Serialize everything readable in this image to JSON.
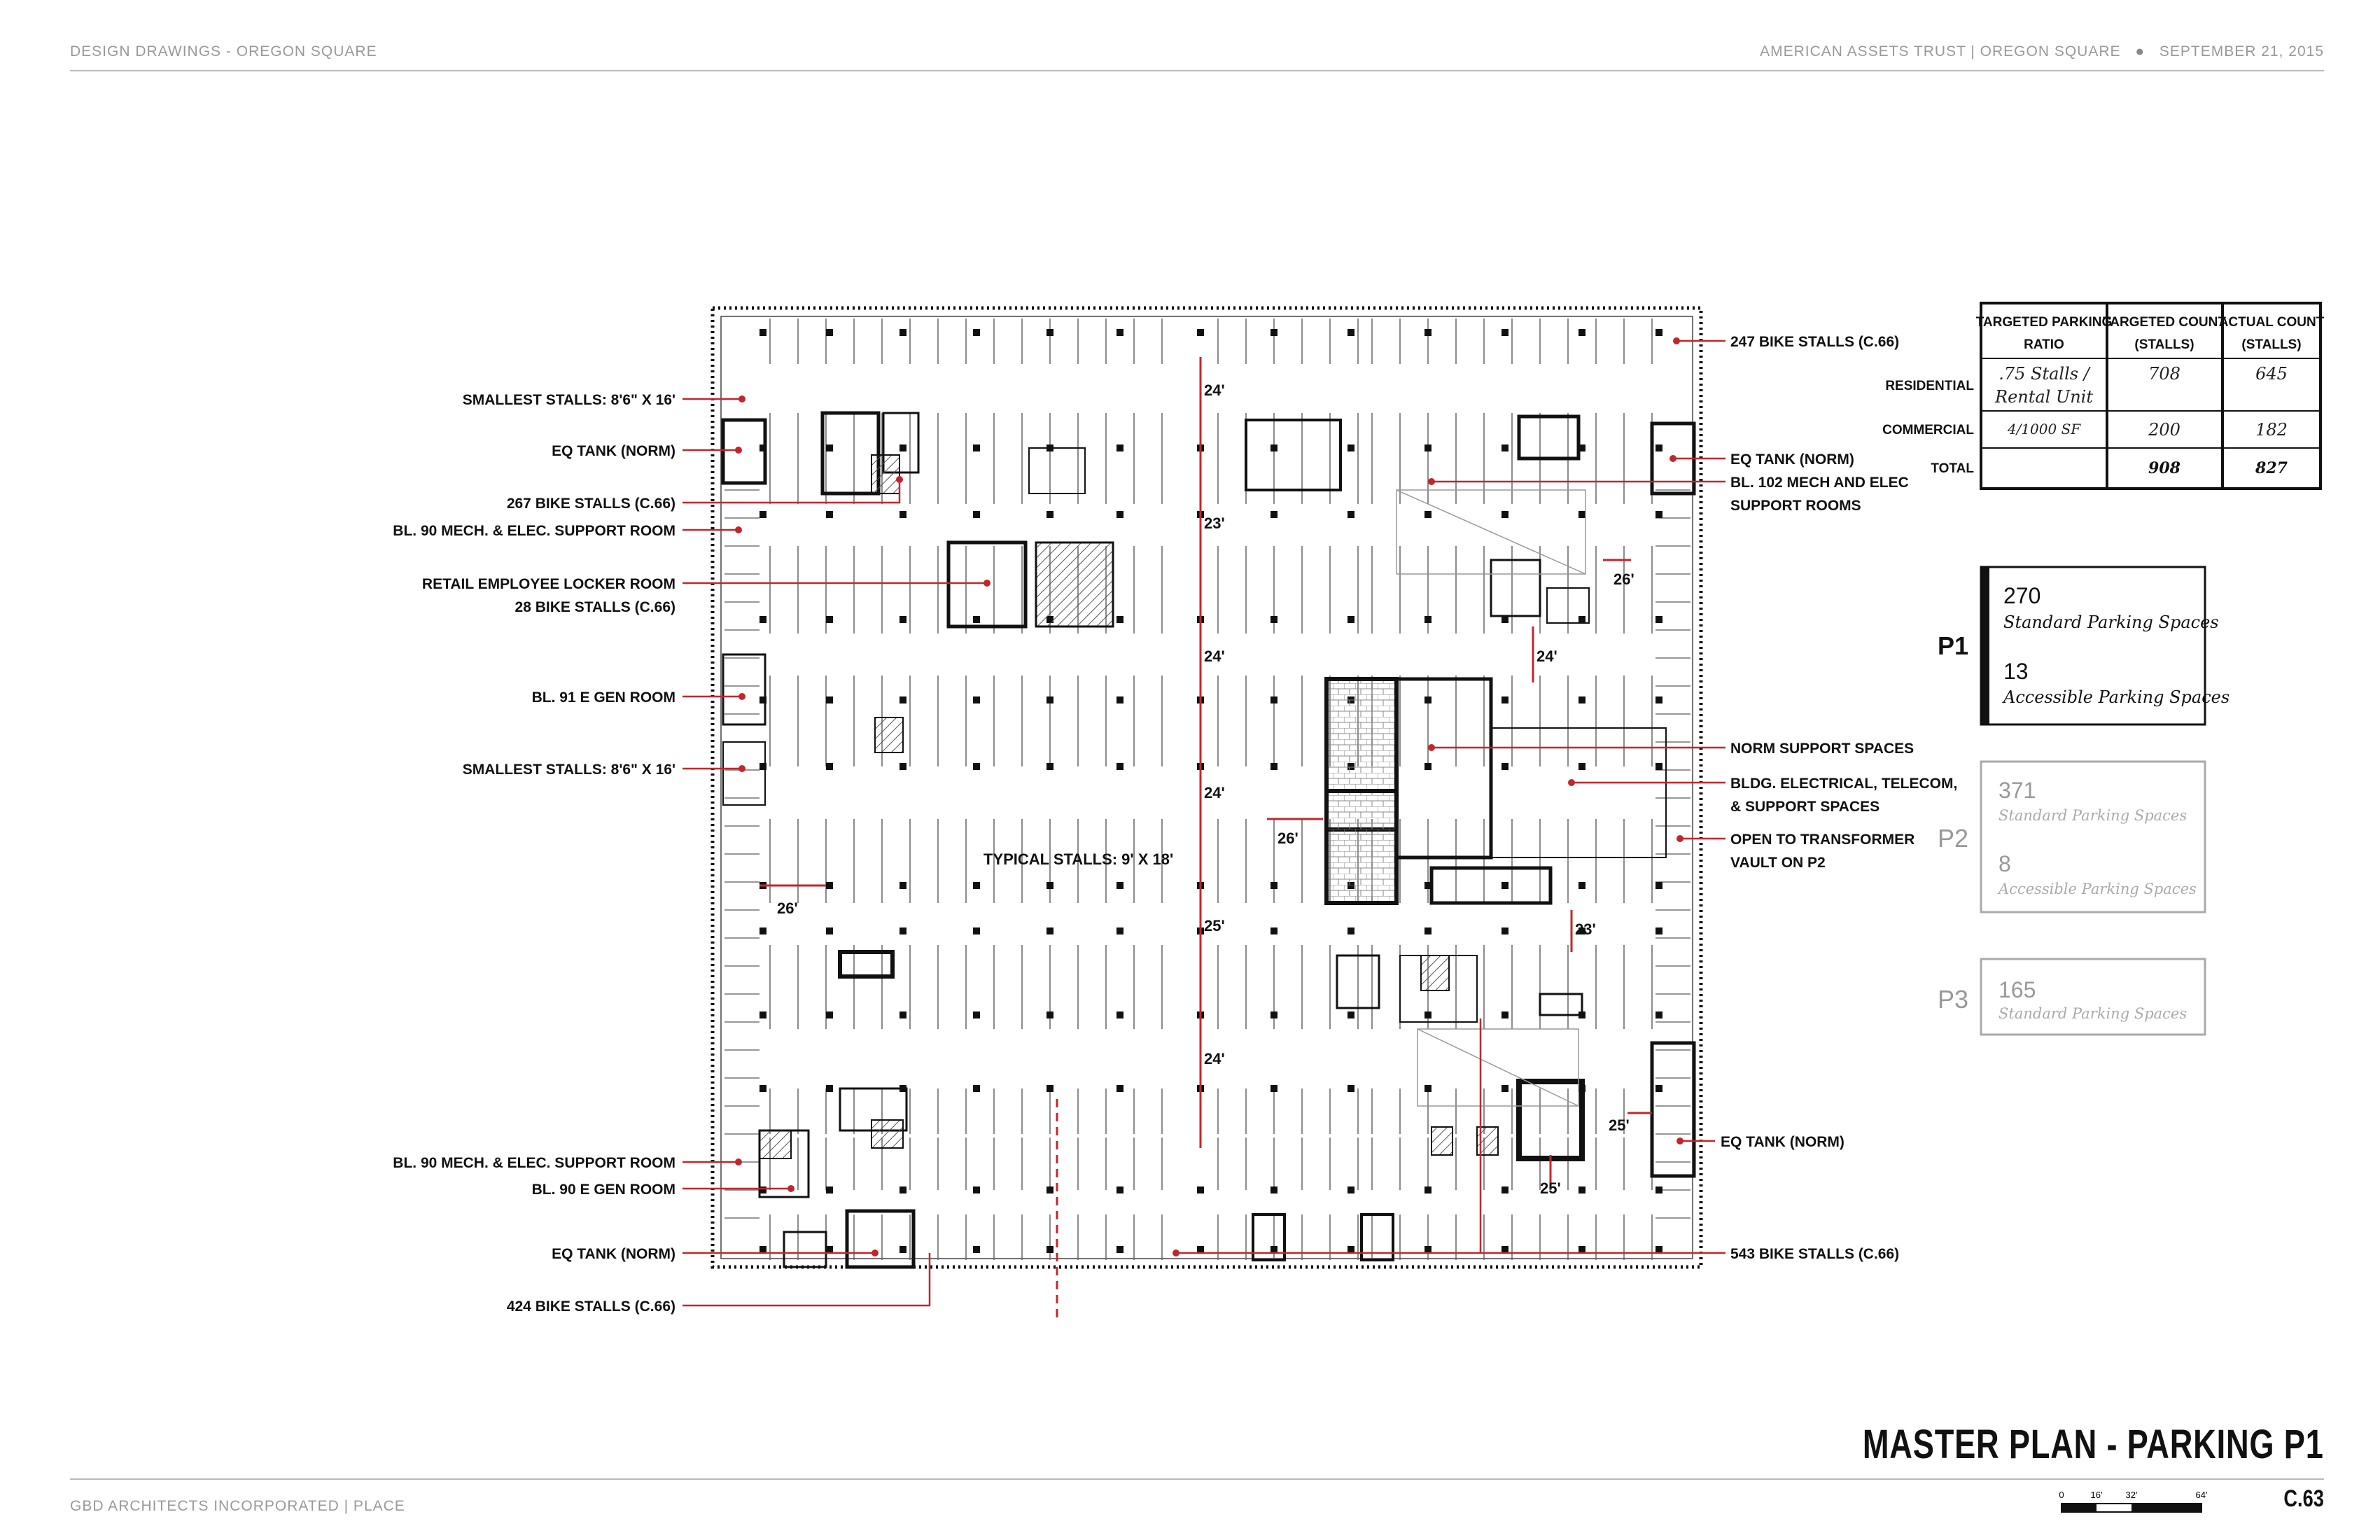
{
  "header": {
    "left": "DESIGN DRAWINGS - OREGON SQUARE",
    "right_client": "AMERICAN ASSETS TRUST | OREGON SQUARE",
    "right_date": "SEPTEMBER 21, 2015"
  },
  "footer": {
    "left": "GBD ARCHITECTS INCORPORATED | PLACE",
    "title": "MASTER PLAN - PARKING P1",
    "sheet": "C.63",
    "scale_ticks": [
      "0",
      "16'",
      "32'",
      "64'"
    ]
  },
  "callouts_left": [
    "SMALLEST STALLS: 8'6\" X 16'",
    "EQ TANK (NORM)",
    "267 BIKE STALLS (C.66)",
    "BL. 90 MECH. & ELEC. SUPPORT ROOM",
    "RETAIL EMPLOYEE LOCKER ROOM",
    "28 BIKE STALLS (C.66)",
    "BL. 91 E GEN ROOM",
    "SMALLEST STALLS: 8'6\" X 16'",
    "BL. 90 MECH. & ELEC. SUPPORT ROOM",
    "BL. 90 E GEN ROOM",
    "EQ TANK (NORM)",
    "424 BIKE STALLS (C.66)"
  ],
  "callouts_right": [
    "247 BIKE STALLS (C.66)",
    "EQ TANK (NORM)",
    "BL. 102 MECH AND ELEC",
    "SUPPORT ROOMS",
    "NORM SUPPORT SPACES",
    "BLDG. ELECTRICAL, TELECOM,",
    "& SUPPORT SPACES",
    "OPEN TO TRANSFORMER",
    "VAULT ON P2",
    "EQ TANK (NORM)",
    "543 BIKE STALLS (C.66)"
  ],
  "plan_labels": {
    "typical_stalls": "TYPICAL STALLS: 9' X 18'",
    "dims": [
      "24'",
      "23'",
      "24'",
      "24'",
      "25'",
      "24'",
      "26'",
      "24'",
      "26'",
      "26'",
      "23'",
      "25'",
      "25'"
    ]
  },
  "parking_table": {
    "headers": [
      [
        "TARGETED PARKING",
        "RATIO"
      ],
      [
        "TARGETED COUNT",
        "(STALLS)"
      ],
      [
        "ACTUAL COUNT",
        "(STALLS)"
      ]
    ],
    "rows": [
      {
        "label": "RESIDENTIAL",
        "ratio": [
          ".75 Stalls /",
          "Rental Unit"
        ],
        "target": "708",
        "actual": "645"
      },
      {
        "label": "COMMERCIAL",
        "ratio": [
          "4/1000 SF"
        ],
        "target": "200",
        "actual": "182"
      },
      {
        "label": "TOTAL",
        "ratio": [
          ""
        ],
        "target": "908",
        "actual": "827"
      }
    ]
  },
  "levels": [
    {
      "level": "P1",
      "counts": [
        {
          "value": "270",
          "label": "Standard Parking Spaces"
        },
        {
          "value": "13",
          "label": "Accessible Parking Spaces"
        }
      ],
      "active": true
    },
    {
      "level": "P2",
      "counts": [
        {
          "value": "371",
          "label": "Standard Parking Spaces"
        },
        {
          "value": "8",
          "label": "Accessible Parking Spaces"
        }
      ],
      "active": false
    },
    {
      "level": "P3",
      "counts": [
        {
          "value": "165",
          "label": "Standard Parking Spaces"
        }
      ],
      "active": false
    }
  ],
  "colors": {
    "accent": "#c0272d",
    "line": "#111111",
    "muted": "#999999"
  }
}
